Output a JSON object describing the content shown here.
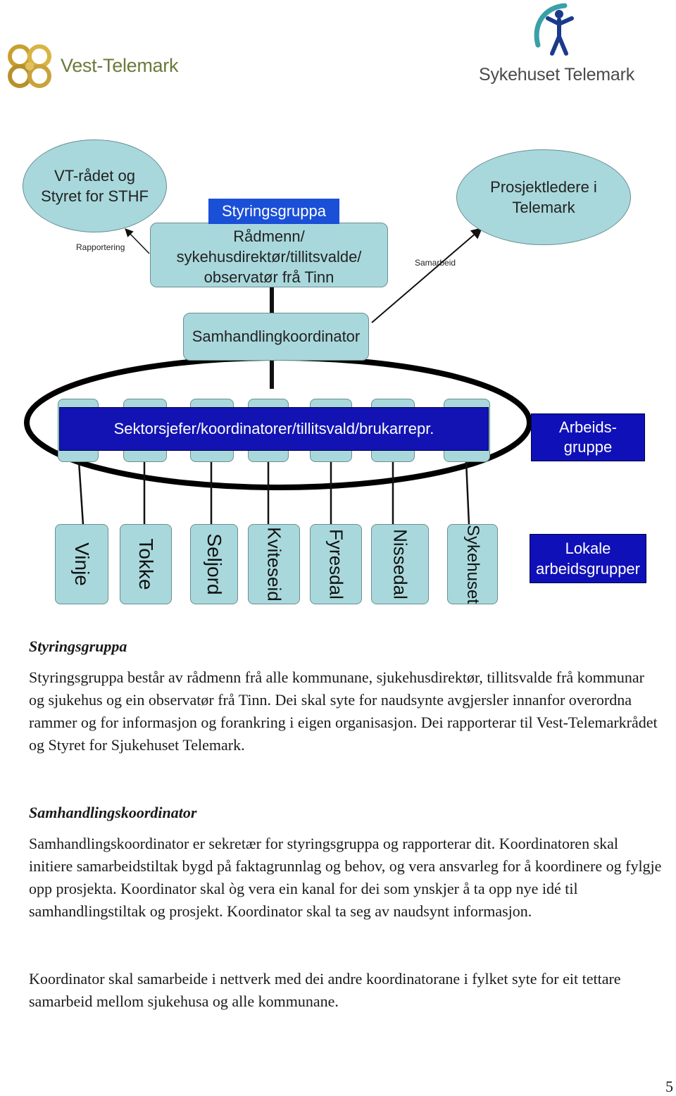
{
  "logos": {
    "left_name": "Vest-Telemark",
    "right_name": "Sykehuset Telemark",
    "colors": {
      "vest_gold": "#c8a030",
      "vest_text": "#6b7a3a",
      "syk_teal": "#3aa0a8",
      "syk_blue": "#1a3a8a"
    }
  },
  "diagram": {
    "vt_radet": "VT-rådet og Styret for STHF",
    "rapportering": "Rapportering",
    "styringsgruppa_label": "Styringsgruppa",
    "styringsgruppa_members": "Rådmenn/ sykehusdirektør/tillitsvalde/ observatør frå Tinn",
    "prosjektledere": "Prosjektledere i Telemark",
    "samarbeid": "Samarbeid",
    "samhandlingkoordinator": "Samhandlingkoordinator",
    "sektorsjefer": "Sektorsjefer/koordinatorer/tillitsvald/brukarrepr.",
    "arbeidsgruppe": "Arbeids-gruppe",
    "lokale": "Lokale arbeidsgrupper",
    "municipalities": [
      "Vinje",
      "Tokke",
      "Seljord",
      "Kviteseid",
      "Fyresdal",
      "Nissedal",
      "Sykehuset"
    ],
    "colors": {
      "light_box": "#a8d8dc",
      "blue_box": "#1010b8"
    }
  },
  "sections": {
    "styringsgruppa_heading": "Styringsgruppa",
    "styringsgruppa_text": "Styringsgruppa består av rådmenn frå alle kommunane, sjukehusdirektør, tillitsvalde frå kommunar og sjukehus og ein observatør frå Tinn. Dei skal syte for naudsynte avgjersler innanfor overordna rammer og for informasjon og forankring i eigen organisasjon. Dei rapporterar til Vest-Telemarkrådet og Styret for Sjukehuset Telemark.",
    "samhandling_heading": "Samhandlingskoordinator",
    "samhandling_text": "Samhandlingskoordinator er sekretær for styringsgruppa og rapporterar dit. Koordinatoren skal initiere samarbeidstiltak bygd på faktagrunnlag og behov, og vera ansvarleg for å koordinere og fylgje opp prosjekta. Koordinator skal òg vera ein kanal for dei som ynskjer å ta opp nye idé til samhandlingstiltak og prosjekt. Koordinator skal ta seg av naudsynt informasjon.",
    "nettverk_text": "Koordinator skal samarbeide i nettverk med dei andre koordinatorane i fylket syte for eit tettare samarbeid mellom sjukehusa og alle kommunane."
  },
  "page_number": "5"
}
